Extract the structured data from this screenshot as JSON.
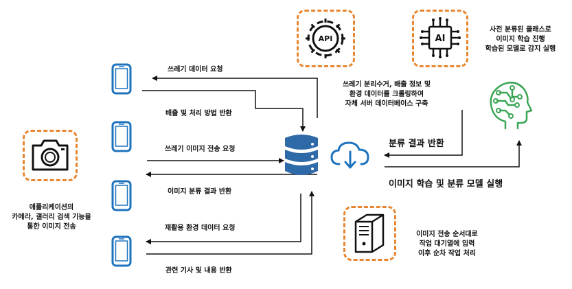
{
  "mobile": {
    "req_waste_data": "쓰레기 데이터 요청",
    "disposal_method_return": "배출 및 처리 방법 반환",
    "req_waste_image": "쓰레기 이미지 전송 요청",
    "image_result_return": "이미지 분류 결과 반환",
    "req_recycle_data": "재활용 환경 데이터 요청",
    "article_return": "관련 기사 및 내용 반환"
  },
  "camera_caption": [
    "애플리케이션의",
    "카메라, 갤러리 검색 기능을",
    "통한 이미지 전송"
  ],
  "api_icon_text": "API",
  "ai_icon_text": "AI",
  "crawl_caption": [
    "쓰레기 분리수거, 배출 정보 및",
    "환경 데이터를 크롤링하여",
    "자체 서버 데이터베이스 구축"
  ],
  "ai_caption": [
    "사전 분류된 클래스로",
    "이미지 학습 진행",
    "학습된 모델로 감지 실행"
  ],
  "classify_return": "분류 결과 반환",
  "train_run": "이미지 학습 및 분류 모델 실행",
  "server_caption": [
    "이미지 전송 순서대로",
    "작업 대기열에 입력",
    "이후 순차 작업 처리"
  ],
  "colors": {
    "accent_dash": "#e8862f",
    "icon_blue": "#1e73be",
    "db_blue": "#2f6aa8",
    "brain_green": "#3aa655"
  }
}
